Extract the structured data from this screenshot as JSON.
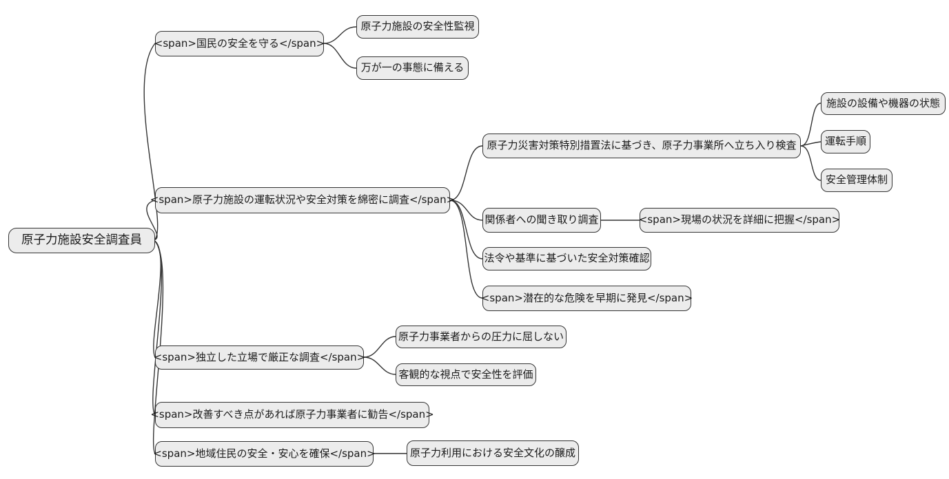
{
  "mindmap": {
    "root_label": "原子力施設安全調査員",
    "branches": [
      {
        "label": "<span>国民の安全を守る</span>",
        "children": [
          {
            "label": "原子力施設の安全性監視"
          },
          {
            "label": "万が一の事態に備える"
          }
        ]
      },
      {
        "label": "<span>原子力施設の運転状況や安全対策を綿密に調査</span>",
        "children": [
          {
            "label": "原子力災害対策特別措置法に基づき、原子力事業所へ立ち入り検査",
            "children": [
              {
                "label": "施設の設備や機器の状態"
              },
              {
                "label": "運転手順"
              },
              {
                "label": "安全管理体制"
              }
            ]
          },
          {
            "label": "関係者への聞き取り調査",
            "children": [
              {
                "label": "<span>現場の状況を詳細に把握</span>"
              }
            ]
          },
          {
            "label": "法令や基準に基づいた安全対策確認"
          },
          {
            "label": "<span>潜在的な危険を早期に発見</span>"
          }
        ]
      },
      {
        "label": "<span>独立した立場で厳正な調査</span>",
        "children": [
          {
            "label": "原子力事業者からの圧力に屈しない"
          },
          {
            "label": "客観的な視点で安全性を評価"
          }
        ]
      },
      {
        "label": "<span>改善すべき点があれば原子力事業者に勧告</span>",
        "children": []
      },
      {
        "label": "<span>地域住民の安全・安心を確保</span>",
        "children": [
          {
            "label": "原子力利用における安全文化の醸成"
          }
        ]
      }
    ],
    "colors": {
      "background": "#ffffff",
      "node_fill": "#ececec",
      "node_border": "#333333",
      "edge": "#333333",
      "text": "#1a1a1a"
    }
  }
}
